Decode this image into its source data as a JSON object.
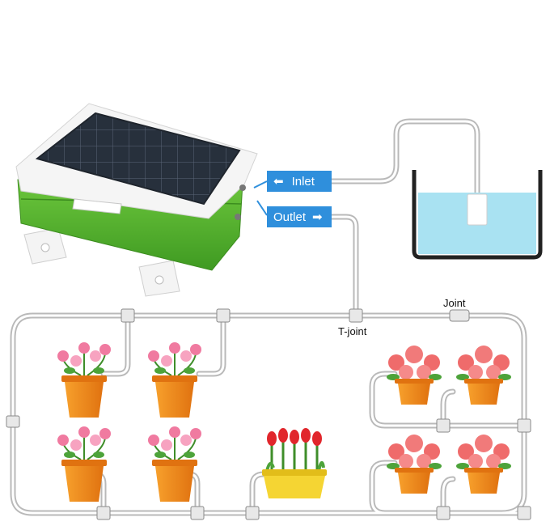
{
  "labels": {
    "inlet": "Inlet",
    "outlet": "Outlet",
    "joint": "Joint",
    "t_joint": "T-joint"
  },
  "icons": {
    "inlet_arrow": "arrow-left-icon",
    "outlet_arrow": "arrow-right-icon"
  },
  "colors": {
    "tag_blue": "#2f8fdc",
    "water": "#a9e2f2",
    "pump_green": "#5cb533",
    "pot_orange": "#f08a1d",
    "planter_yellow": "#f5d533",
    "flower_pink": "#f07aa0",
    "tulip_red": "#e1262c"
  }
}
